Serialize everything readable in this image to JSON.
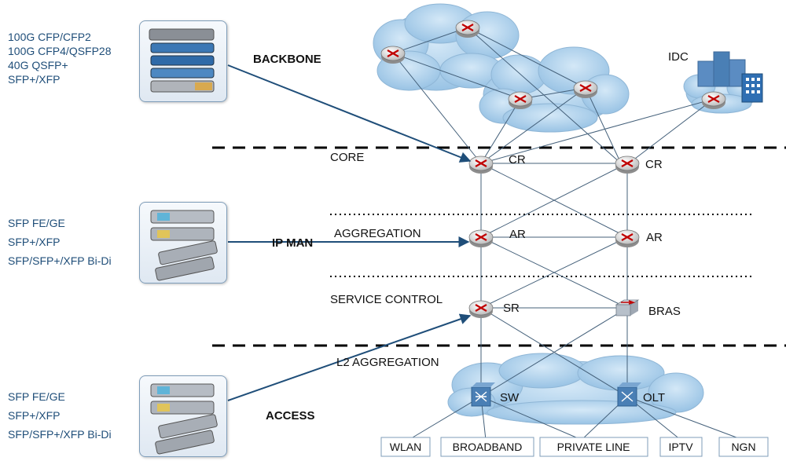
{
  "layers": {
    "backbone": "BACKBONE",
    "ip_man": "IP MAN",
    "access": "ACCESS"
  },
  "sublayers": {
    "core": "CORE",
    "aggregation": "AGGREGATION",
    "service_control": "SERVICE CONTROL",
    "l2_aggregation": "L2 AGGREGATION"
  },
  "idc_label": "IDC",
  "nodes": {
    "cr_left": "CR",
    "cr_right": "CR",
    "ar_left": "AR",
    "ar_right": "AR",
    "sr": "SR",
    "bras": "BRAS",
    "sw": "SW",
    "olt": "OLT"
  },
  "services": [
    "WLAN",
    "BROADBAND",
    "PRIVATE LINE",
    "IPTV",
    "NGN"
  ],
  "modules": {
    "backbone": [
      "100G CFP/CFP2",
      "100G CFP4/QSFP28",
      "40G QSFP+",
      "SFP+/XFP"
    ],
    "ip_man": [
      "SFP FE/GE",
      "SFP+/XFP",
      "SFP/SFP+/XFP Bi-Di"
    ],
    "access": [
      "SFP FE/GE",
      "SFP+/XFP",
      "SFP/SFP+/XFP Bi-Di"
    ]
  },
  "colors": {
    "cloud": "#a9cde9",
    "arrow": "#1f4e79",
    "module_text": "#1f4e79",
    "router_x": "#c00000"
  }
}
